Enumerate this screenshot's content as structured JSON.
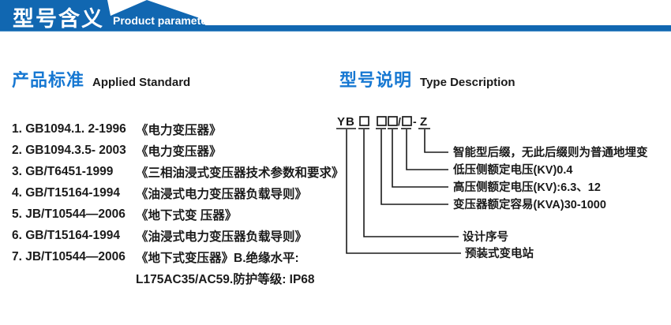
{
  "header": {
    "title_cn": "型号含义",
    "title_en": "Product parameters"
  },
  "left_section": {
    "heading_cn": "产品标准",
    "heading_en": "Applied Standard",
    "standards": [
      {
        "code": "1. GB1094.1. 2-1996",
        "title": "《电力变压器》"
      },
      {
        "code": "2. GB1094.3.5- 2003",
        "title": "《电力变压器》"
      },
      {
        "code": "3. GB/T6451-1999",
        "title": "《三相油浸式变压器技术参数和要求》"
      },
      {
        "code": "4. GB/T15164-1994",
        "title": "《油浸式电力变压器负载导则》"
      },
      {
        "code": "5. JB/T10544—2006",
        "title": "《地下式变 压器》"
      },
      {
        "code": "6. GB/T15164-1994",
        "title": "《油浸式电力变压器负载导则》"
      },
      {
        "code": "7. JB/T10544—2006",
        "title": "《地下式变压器》B.绝缘水平:"
      },
      {
        "code": "",
        "title": "L175AC35/AC59.防护等级: IP68"
      }
    ]
  },
  "right_section": {
    "heading_cn": "型号说明",
    "heading_en": "Type Description",
    "model_code": {
      "prefix": "YB",
      "slash": "/",
      "dash": "-",
      "suffix": "Z"
    },
    "diagram_labels": [
      "智能型后缀，无此后缀则为普通地埋变",
      "低压侧额定电压(KV)0.4",
      "高压侧额定电压(KV):6.3、12",
      "变压器额定容易(KVA)30-1000",
      "设计序号",
      "预装式变电站"
    ]
  },
  "colors": {
    "banner_blue": "#1167b1",
    "heading_blue": "#1778d2",
    "text_dark": "#1b1b1b"
  }
}
